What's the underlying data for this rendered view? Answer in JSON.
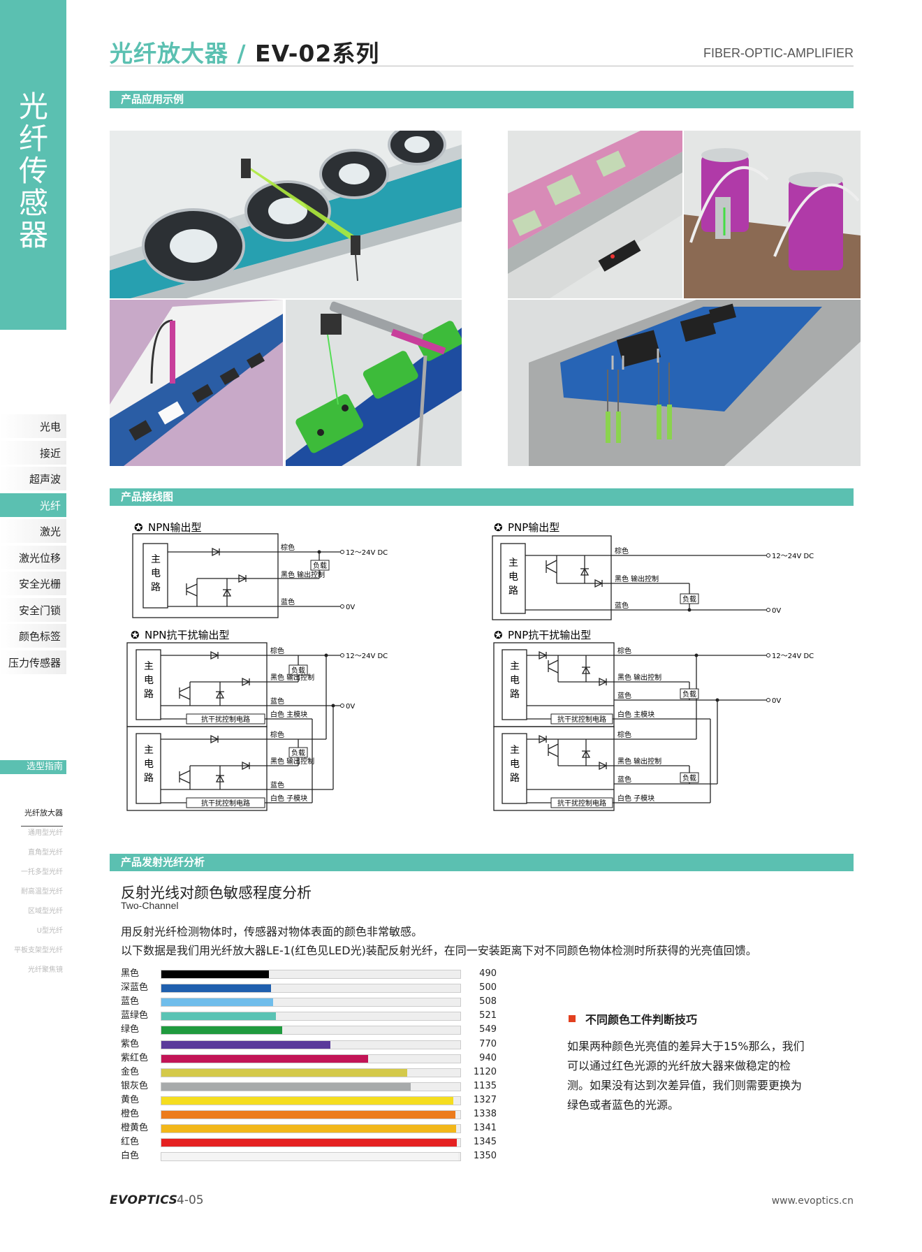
{
  "sidebar": {
    "title": "光纤传感器",
    "nav": [
      "光电",
      "接近",
      "超声波",
      "光纤",
      "激光",
      "激光位移",
      "安全光栅",
      "安全门锁",
      "颜色标签",
      "压力传感器"
    ],
    "active_index": 3,
    "guide_label": "选型指南",
    "guide_items": [
      "光纤放大器",
      "通用型光纤",
      "直角型光纤",
      "一托多型光纤",
      "耐高温型光纤",
      "区域型光纤",
      "U型光纤",
      "平板支架型光纤",
      "光纤聚焦镜"
    ]
  },
  "header": {
    "title_a": "光纤放大器",
    "slash": " / ",
    "title_b": "EV-02系列",
    "subtitle": "FIBER-OPTIC-AMPLIFIER"
  },
  "sections": {
    "application": "产品应用示例",
    "wiring": "产品接线图",
    "analysis": "产品发射光纤分析"
  },
  "wiring": {
    "npn": "NPN输出型",
    "pnp": "PNP输出型",
    "npn_ai": "NPN抗干扰输出型",
    "pnp_ai": "PNP抗干扰输出型",
    "main_circuit": [
      "主",
      "电",
      "路"
    ],
    "brown": "棕色",
    "black": "黑色 输出控制",
    "blue": "蓝色",
    "load": "负载",
    "supply": "12～24V DC",
    "zero": "0V",
    "ai_circuit": "抗干扰控制电路",
    "white_main": "白色 主模块",
    "white_sub": "白色 子模块"
  },
  "analysis": {
    "title": "反射光线对颜色敏感程度分析",
    "subtitle": "Two-Channel",
    "text1": "用反射光纤检测物体时，传感器对物体表面的颜色非常敏感。",
    "text2": "以下数据是我们用光纤放大器LE-1(红色见LED光)装配反射光纤，在同一安装距离下对不同颜色物体检测时所获得的光亮值回馈。",
    "max": 1360,
    "colors": [
      {
        "label": "黑色",
        "value": 490,
        "color": "#000000"
      },
      {
        "label": "深蓝色",
        "value": 500,
        "color": "#1f5fae"
      },
      {
        "label": "蓝色",
        "value": 508,
        "color": "#6fbdeb"
      },
      {
        "label": "蓝绿色",
        "value": 521,
        "color": "#5ac3b4"
      },
      {
        "label": "绿色",
        "value": 549,
        "color": "#1f9a3e"
      },
      {
        "label": "紫色",
        "value": 770,
        "color": "#5a3a9a"
      },
      {
        "label": "紫红色",
        "value": 940,
        "color": "#c21456"
      },
      {
        "label": "金色",
        "value": 1120,
        "color": "#d4c94a"
      },
      {
        "label": "银灰色",
        "value": 1135,
        "color": "#a7aaab"
      },
      {
        "label": "黄色",
        "value": 1327,
        "color": "#f5dd1f"
      },
      {
        "label": "橙色",
        "value": 1338,
        "color": "#ec7b1c"
      },
      {
        "label": "橙黄色",
        "value": 1341,
        "color": "#f2b71a"
      },
      {
        "label": "红色",
        "value": 1345,
        "color": "#e52121"
      },
      {
        "label": "白色",
        "value": 1350,
        "color": "#f4f4f4"
      }
    ],
    "tip_title": "不同颜色工件判断技巧",
    "tip_text": "如果两种颜色光亮值的差异大于15%那么，我们可以通过红色光源的光纤放大器来做稳定的检测。如果没有达到次差异值，我们则需要更换为绿色或者蓝色的光源。"
  },
  "footer": {
    "logo": "EVOPTICS",
    "page": "4-05",
    "url": "www.evoptics.cn"
  },
  "colors": {
    "accent": "#5bc0b1",
    "tip_marker": "#e2401f"
  }
}
